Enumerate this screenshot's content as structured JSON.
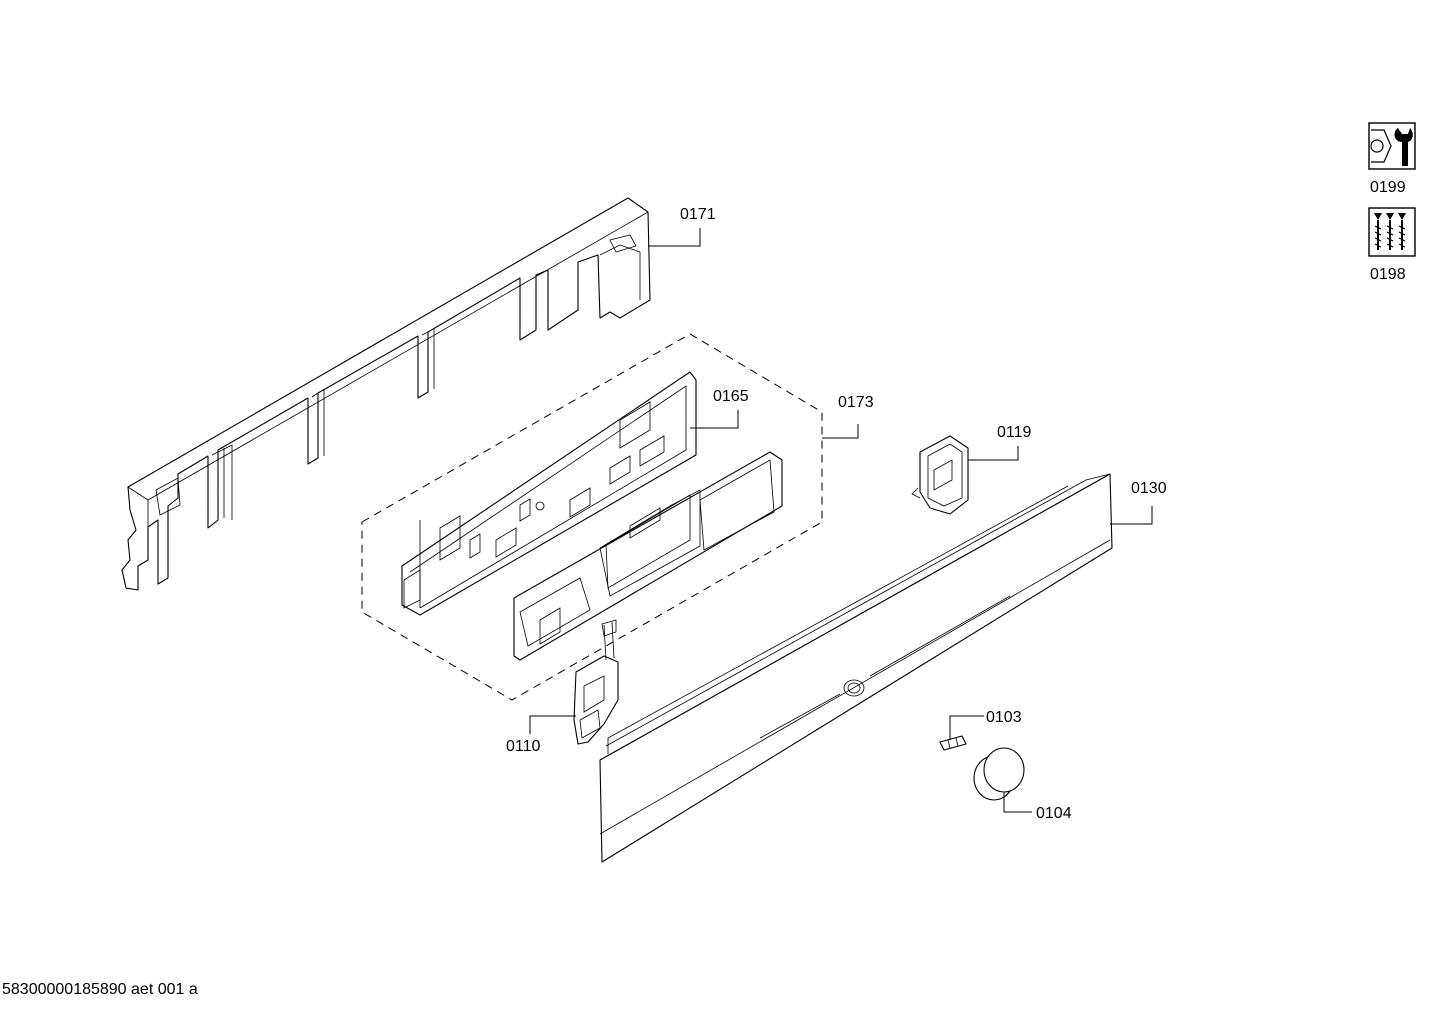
{
  "callouts": {
    "p0171": "0171",
    "p0165": "0165",
    "p0173": "0173",
    "p0119": "0119",
    "p0130": "0130",
    "p0103": "0103",
    "p0104": "0104",
    "p0110": "0110"
  },
  "legend": {
    "tool_kit": {
      "label": "0199",
      "icon": "nut-wrench-icon"
    },
    "screw_kit": {
      "label": "0198",
      "icon": "screws-icon"
    }
  },
  "footer": {
    "drawing_id": "58300000185890 aet 001 a"
  }
}
